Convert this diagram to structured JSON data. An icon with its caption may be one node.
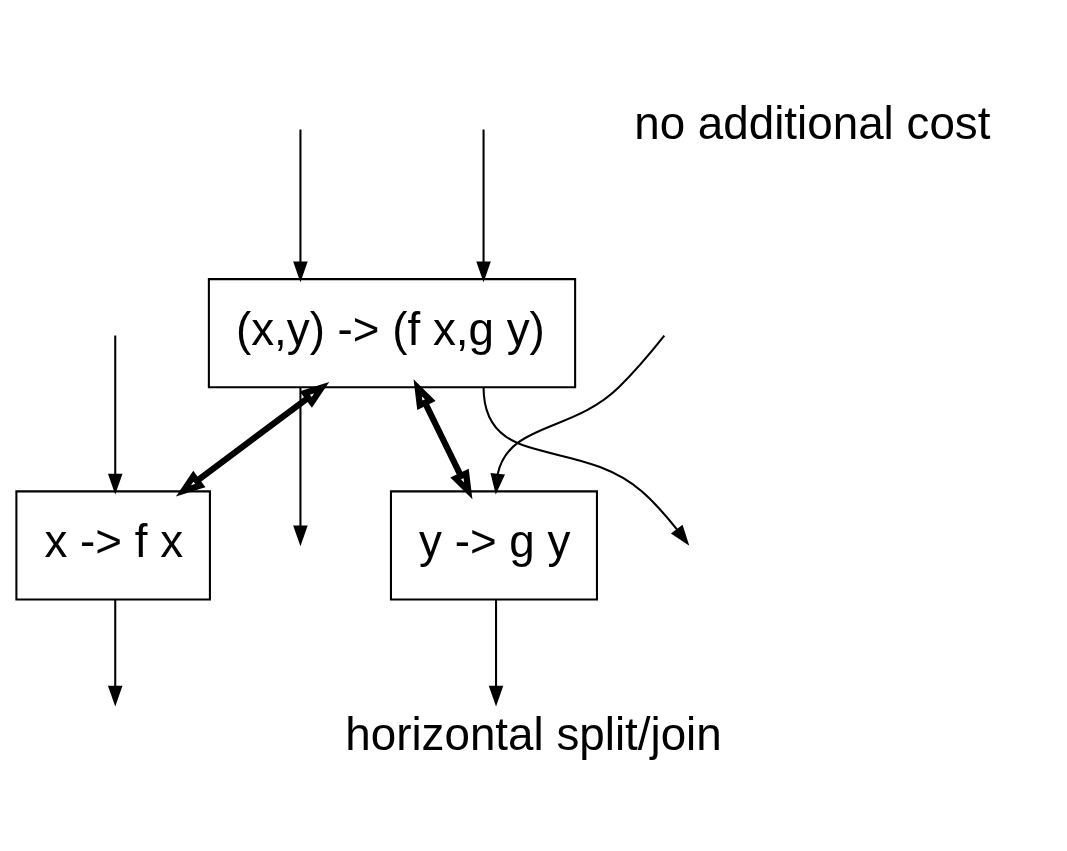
{
  "diagram": {
    "caption": "horizontal split/join",
    "nodes": [
      {
        "text": [
          "(x,y) -> (f x,g y)"
        ]
      },
      {
        "text": [
          "x -> f x"
        ]
      },
      {
        "text": [
          "y -> g y"
        ]
      }
    ],
    "edges": [
      {
        "from": 0,
        "to": null,
        "arrow": "to"
      },
      {
        "from": 0,
        "to": null,
        "arrow": "to"
      },
      {
        "from": null,
        "to": 0,
        "arrow": "to"
      },
      {
        "from": null,
        "to": 0,
        "arrow": "to"
      },
      {
        "from": 0,
        "to": 1,
        "arrow": "both",
        "style": "thick"
      },
      {
        "from": 0,
        "to": 2,
        "arrow": "both",
        "style": "thick"
      },
      {
        "from": null,
        "to": 1,
        "arrow": "to"
      },
      {
        "from": 1,
        "to": null,
        "arrow": "to"
      },
      {
        "from": null,
        "to": 2,
        "arrow": "to"
      },
      {
        "from": 2,
        "to": null,
        "arrow": "to"
      }
    ],
    "labels": [
      "no additional cost"
    ]
  }
}
